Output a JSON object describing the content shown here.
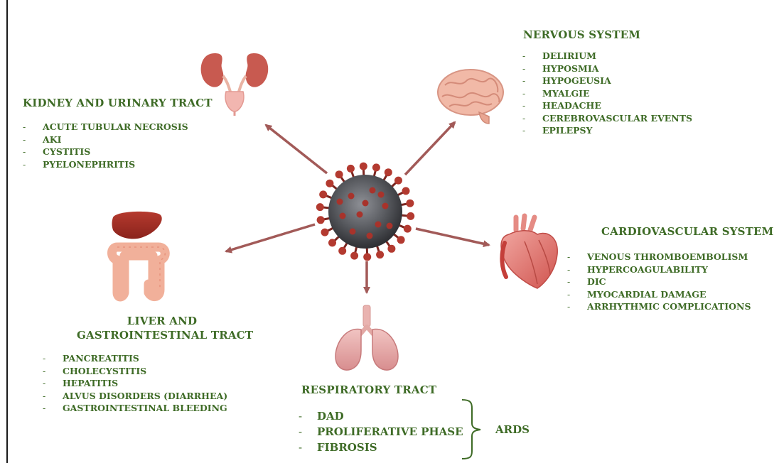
{
  "center": {
    "icon": "coronavirus-icon"
  },
  "kidney": {
    "title": "KIDNEY AND URINARY TRACT",
    "icon": "kidney-bladder-icon",
    "items": [
      "ACUTE TUBULAR NECROSIS",
      "AKI",
      "CYSTITIS",
      "PYELONEPHRITIS"
    ]
  },
  "nervous": {
    "title": "NERVOUS SYSTEM",
    "icon": "brain-icon",
    "items": [
      "DELIRIUM",
      "HYPOSMIA",
      "HYPOGEUSIA",
      "MYALGIE",
      "HEADACHE",
      "CEREBROVASCULAR EVENTS",
      "EPILEPSY"
    ]
  },
  "cardio": {
    "title": "CARDIOVASCULAR SYSTEM",
    "icon": "heart-icon",
    "items": [
      "VENOUS THROMBOEMBOLISM",
      "HYPERCOAGULABILITY",
      "DIC",
      "MYOCARDIAL DAMAGE",
      "ARRHYTHMIC COMPLICATIONS"
    ]
  },
  "liver": {
    "title_line1": "LIVER AND",
    "title_line2": "GASTROINTESTINAL TRACT",
    "icon": "liver-intestine-icon",
    "items": [
      "PANCREATITIS",
      "CHOLECYSTITIS",
      "HEPATITIS",
      "ALVUS DISORDERS (DIARRHEA)",
      "GASTROINTESTINAL BLEEDING"
    ]
  },
  "respiratory": {
    "title": "RESPIRATORY TRACT",
    "icon": "lungs-icon",
    "items": [
      "DAD",
      "PROLIFERATIVE PHASE",
      "FIBROSIS"
    ],
    "bracket_label": "ARDS"
  },
  "colors": {
    "text": "#3e6b26",
    "arrow": "#a25a58",
    "organ": "#d9827a"
  }
}
